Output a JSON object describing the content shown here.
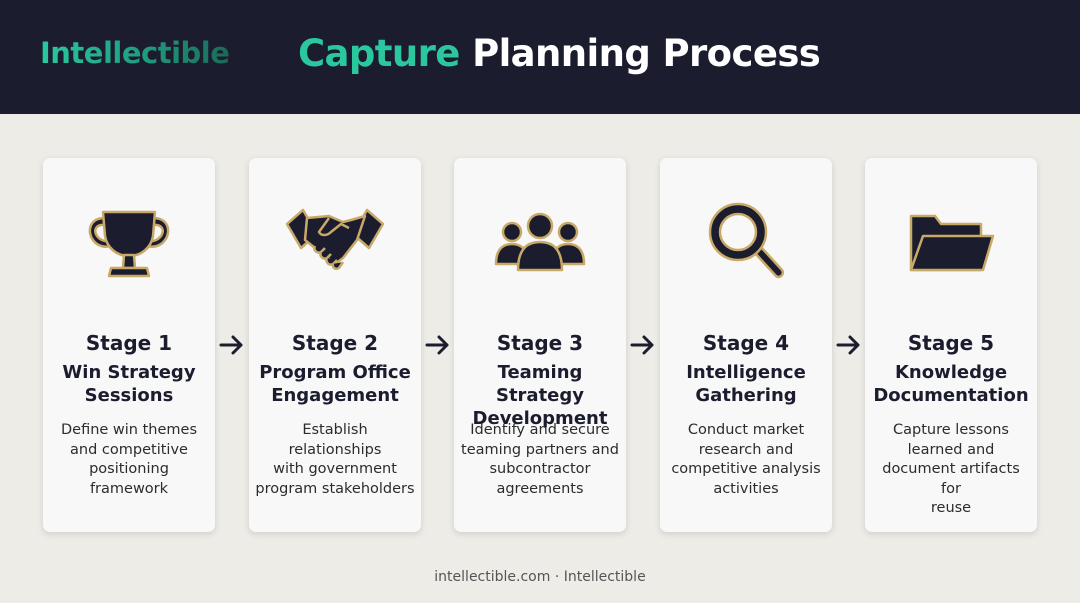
{
  "header": {
    "brand": "Intellectible",
    "title_accent": "Capture",
    "title_rest": "Planning Process"
  },
  "stages": [
    {
      "stage": "Stage 1",
      "name": "Win Strategy\nSessions",
      "description": "Define win themes\nand competitive\npositioning framework",
      "icon": "trophy-icon"
    },
    {
      "stage": "Stage 2",
      "name": "Program Office\nEngagement",
      "description": "Establish relationships\nwith government\nprogram stakeholders",
      "icon": "handshake-icon"
    },
    {
      "stage": "Stage 3",
      "name": "Teaming Strategy\nDevelopment",
      "description": "Identify and secure\nteaming partners and\nsubcontractor\nagreements",
      "icon": "team-icon"
    },
    {
      "stage": "Stage 4",
      "name": "Intelligence\nGathering",
      "description": "Conduct market\nresearch and\ncompetitive analysis\nactivities",
      "icon": "magnifier-icon"
    },
    {
      "stage": "Stage 5",
      "name": "Knowledge\nDocumentation",
      "description": "Capture lessons\nlearned and\ndocument artifacts for\nreuse",
      "icon": "folder-icon"
    }
  ],
  "footer": "intellectible.com · Intellectible",
  "colors": {
    "header_bg": "#1b1c2e",
    "accent": "#2bc8a0",
    "icon_fill": "#1b1c2e",
    "icon_outline": "#c8a968",
    "page_bg": "#eeece7"
  }
}
